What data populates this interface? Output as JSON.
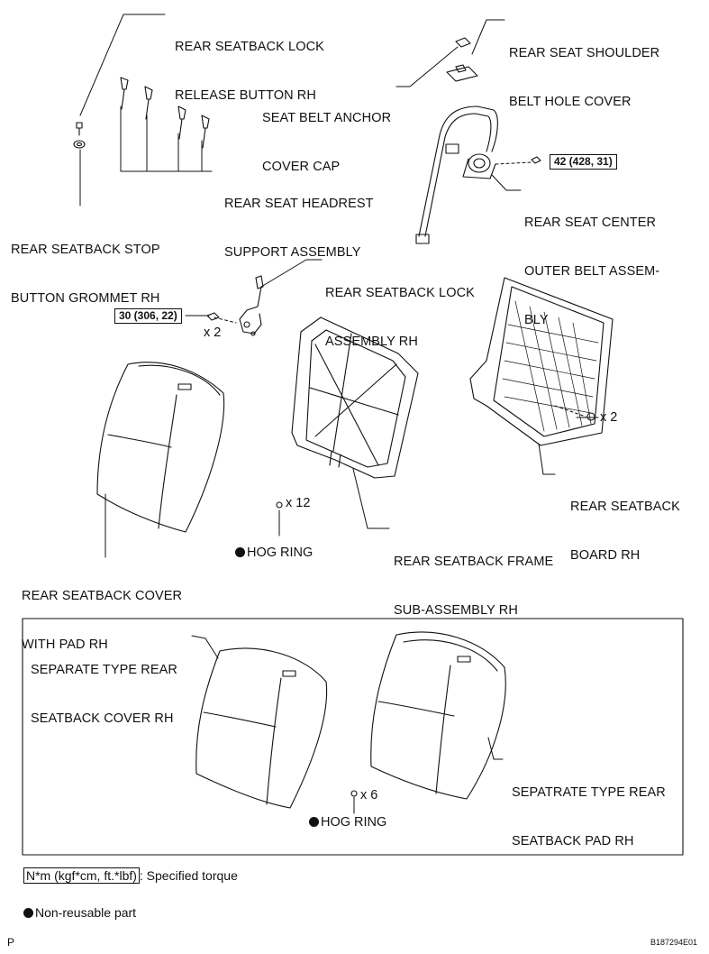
{
  "labels": {
    "lock_release_button": [
      "REAR SEATBACK LOCK",
      "RELEASE BUTTON RH"
    ],
    "shoulder_belt_hole_cover": [
      "REAR SEAT SHOULDER",
      "BELT HOLE COVER"
    ],
    "anchor_cover_cap": [
      "SEAT BELT ANCHOR",
      "COVER CAP"
    ],
    "headrest_support": [
      "REAR SEAT HEADREST",
      "SUPPORT ASSEMBLY"
    ],
    "stop_button_grommet": [
      "REAR SEATBACK STOP",
      "BUTTON GROMMET RH"
    ],
    "center_outer_belt": [
      "REAR SEAT CENTER",
      "OUTER BELT ASSEM-",
      "BLY"
    ],
    "lock_assembly": [
      "REAR SEATBACK LOCK",
      "ASSEMBLY RH"
    ],
    "seatback_board": [
      "REAR SEATBACK",
      "BOARD RH"
    ],
    "seatback_frame": [
      "REAR SEATBACK FRAME",
      "SUB-ASSEMBLY RH"
    ],
    "cover_with_pad": [
      "REAR SEATBACK COVER",
      "WITH PAD RH"
    ],
    "separate_cover": [
      "SEPARATE TYPE REAR",
      "SEATBACK COVER RH"
    ],
    "separate_pad": [
      "SEPATRATE TYPE REAR",
      "SEATBACK PAD RH"
    ]
  },
  "torques": {
    "belt_bolt": "42 (428, 31)",
    "lock_bolt": "30 (306, 22)"
  },
  "quantities": {
    "lock_bolts": "x 2",
    "board_clips": "x 2",
    "hog_rings_main": "x 12",
    "hog_rings_separate": "x 6"
  },
  "hog_ring": "HOG RING",
  "legend": {
    "torque_unit": "N*m (kgf*cm, ft.*lbf)",
    "torque_desc": ": Specified torque",
    "non_reusable": "Non-reusable part"
  },
  "footer": {
    "corner_letter": "P",
    "figure_code": "B187294E01"
  },
  "colors": {
    "ink": "#111111",
    "paper": "#ffffff"
  }
}
